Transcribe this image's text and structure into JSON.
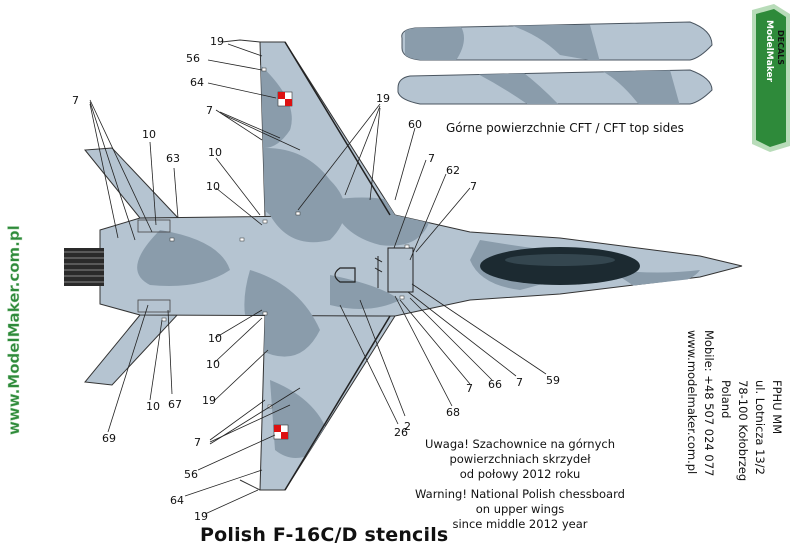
{
  "brand": {
    "badge_line1": "ModelMaker",
    "badge_line2": "DECALS",
    "side_url": "www.ModelMaker.com.pl"
  },
  "captions": {
    "cft": "Górne powierzchnie CFT / CFT top sides",
    "warning_pl": [
      "Uwaga! Szachownice na górnych",
      "powierzchniach skrzydeł",
      "od połowy 2012 roku"
    ],
    "warning_en": [
      "Warning! National Polish chessboard",
      "on upper wings",
      "since middle 2012 year"
    ],
    "title": "Polish F-16C/D stencils"
  },
  "address": [
    "FPHU MM",
    "ul. Lotnicza 13/2",
    "78-100 Kołobrzeg",
    "Poland",
    "Mobile: +48 507 024 077",
    "www.modelmaker.com.pl"
  ],
  "stencils": [
    "19",
    "56",
    "64",
    "7",
    "10",
    "63",
    "10",
    "10",
    "19",
    "60",
    "7",
    "62",
    "7",
    "10",
    "10",
    "67",
    "19",
    "10",
    "69",
    "7",
    "56",
    "64",
    "19",
    "26",
    "2",
    "68",
    "7",
    "66",
    "7",
    "59"
  ],
  "colors": {
    "camo_light": "#b5c4d1",
    "camo_dark": "#8a9cab",
    "canopy": "#1c2a31",
    "badge_green": "#2e8a3a",
    "badge_border": "#b8dcb9",
    "text": "#111111"
  }
}
